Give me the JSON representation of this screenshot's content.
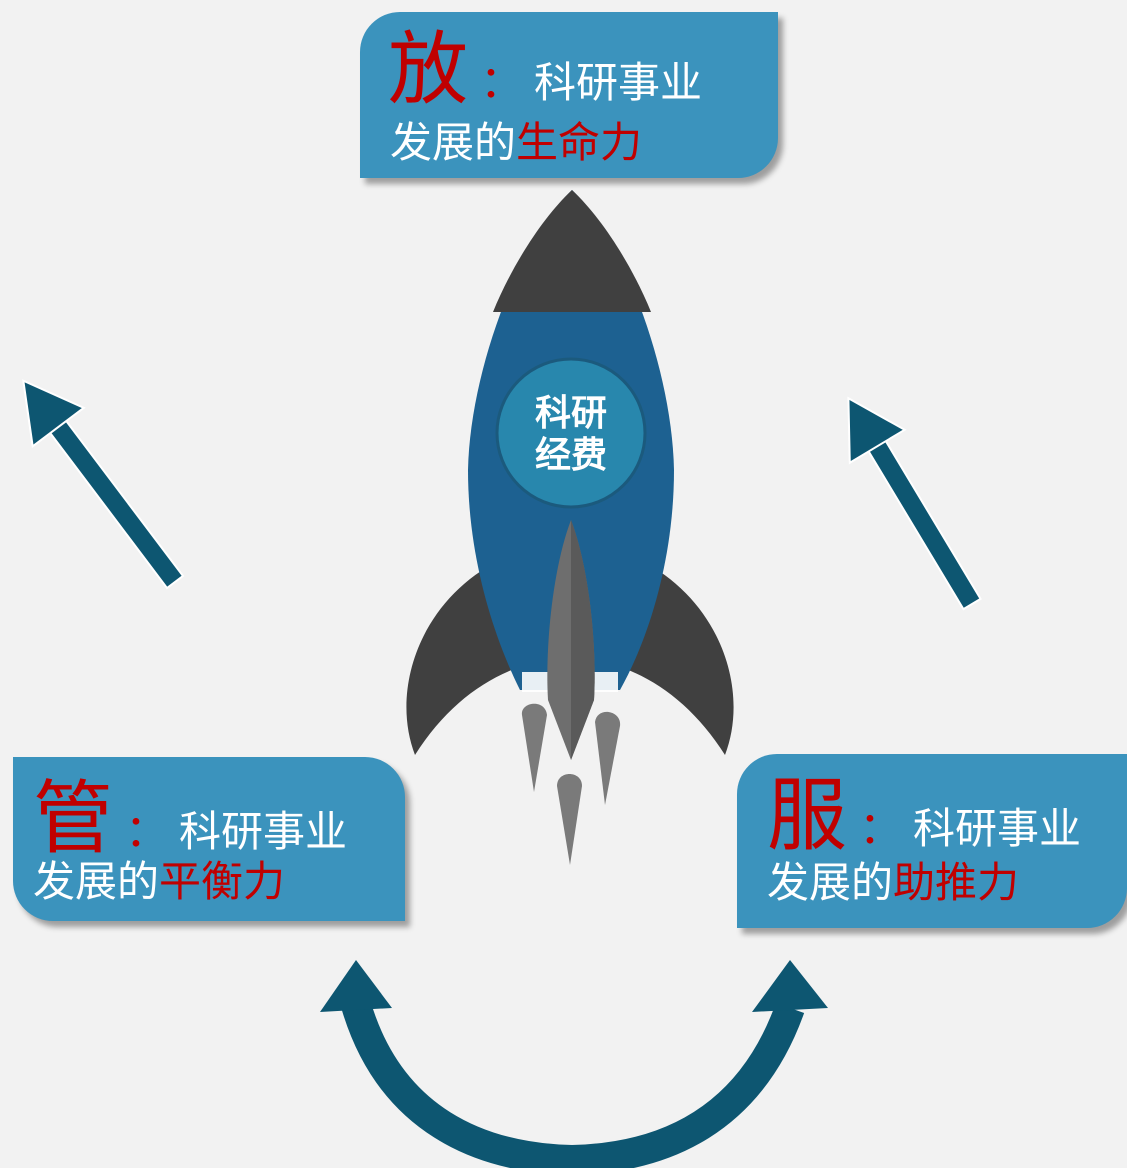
{
  "top": {
    "big": "放",
    "colon": "：",
    "head": "科研事业",
    "prefix": "发展的",
    "emph": "生命力"
  },
  "left": {
    "big": "管",
    "colon": "：",
    "head": "科研事业",
    "prefix": "发展的",
    "emph": "平衡力"
  },
  "right": {
    "big": "服",
    "colon": "：",
    "head": "科研事业",
    "prefix": "发展的",
    "emph": "助推力"
  },
  "core": {
    "line1": "科研",
    "line2": "经费"
  },
  "colors": {
    "background": "#f2f2f2",
    "box": "#3b93bd",
    "emphasis": "#c00000",
    "arrow": "#0d5671",
    "rocket_body": "#1d6191",
    "rocket_dark": "#404040"
  }
}
